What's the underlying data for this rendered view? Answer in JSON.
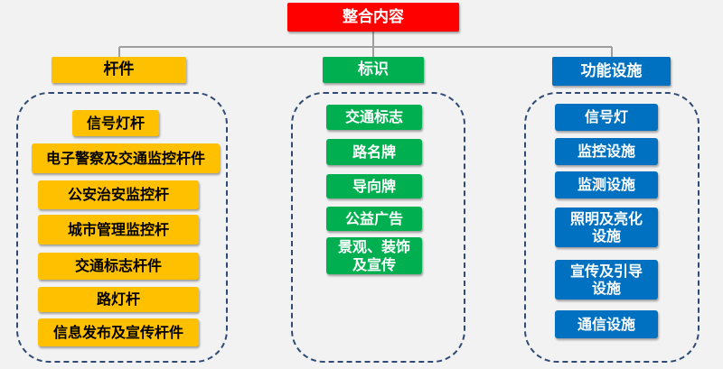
{
  "root": {
    "label": "整合内容"
  },
  "categories": [
    {
      "label": "杆件",
      "items": [
        "信号灯杆",
        "电子警察及交通监控杆件",
        "公安治安监控杆",
        "城市管理监控杆",
        "交通标志杆件",
        "路灯杆",
        "信息发布及宣传杆件"
      ]
    },
    {
      "label": "标识",
      "items": [
        "交通标志",
        "路名牌",
        "导向牌",
        "公益广告",
        "景观、装饰及宣传"
      ]
    },
    {
      "label": "功能设施",
      "items": [
        "信号灯",
        "监控设施",
        "监测设施",
        "照明及亮化设施",
        "宣传及引导设施",
        "通信设施"
      ]
    }
  ],
  "colors": {
    "root": "#ff0000",
    "rods": "#ffc000",
    "signs": "#00b050",
    "facilities": "#0070c0",
    "connector": "#9e9e9e",
    "frame": "#2e4a75"
  }
}
